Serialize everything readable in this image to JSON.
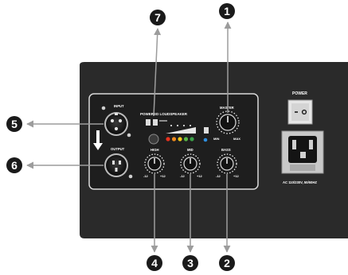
{
  "panel": {
    "title": "POWERED LOUDSPEAKER",
    "input_label": "INPUT",
    "output_label": "OUTPUT",
    "master_label": "MASTER",
    "master_min": "MIN",
    "master_max": "MAX",
    "high_label": "HIGH",
    "mid_label": "MID",
    "bass_label": "BASS",
    "eq_min": "-12",
    "eq_max": "+12",
    "power_label": "POWER",
    "ac_label": "AC 110/230V, 50/60HZ"
  },
  "callouts": [
    "1",
    "2",
    "3",
    "4",
    "5",
    "6",
    "7"
  ],
  "led_colors": [
    "#e8321e",
    "#f08a1c",
    "#f2c81a",
    "#58b847",
    "#3aa048"
  ],
  "colors": {
    "panel": "#2a2a2a",
    "inner_panel": "#1b1b1b",
    "callout_fill": "#1a1a1a",
    "arrow": "#9c9c9c"
  }
}
